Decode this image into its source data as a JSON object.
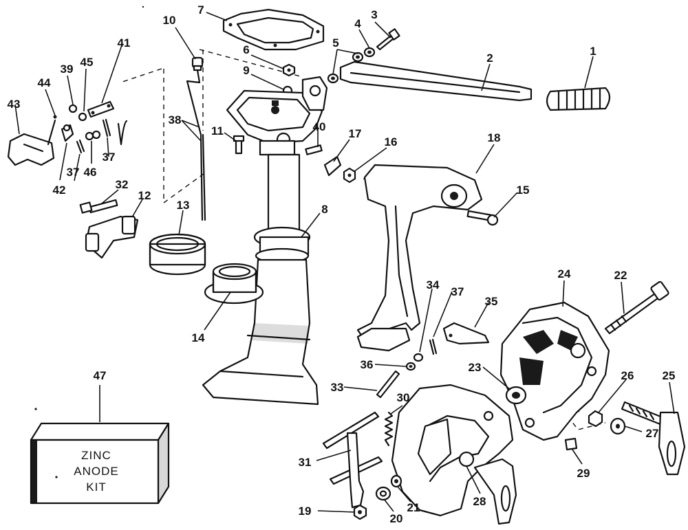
{
  "kit_box": {
    "line1": "ZINC",
    "line2": "ANODE",
    "line3": "KIT"
  },
  "callouts": {
    "c1": "1",
    "c2": "2",
    "c3": "3",
    "c4": "4",
    "c5": "5",
    "c6": "6",
    "c7": "7",
    "c8": "8",
    "c9": "9",
    "c10": "10",
    "c11": "11",
    "c12": "12",
    "c13": "13",
    "c14": "14",
    "c15": "15",
    "c16": "16",
    "c17": "17",
    "c18": "18",
    "c19": "19",
    "c20": "20",
    "c21": "21",
    "c22": "22",
    "c23": "23",
    "c24": "24",
    "c25": "25",
    "c26": "26",
    "c27": "27",
    "c28": "28",
    "c29": "29",
    "c30": "30",
    "c31": "31",
    "c32": "32",
    "c33": "33",
    "c34": "34",
    "c35": "35",
    "c36": "36",
    "c37a": "37",
    "c37b": "37",
    "c37c": "37",
    "c38": "38",
    "c39": "39",
    "c40": "40",
    "c41": "41",
    "c42": "42",
    "c43": "43",
    "c44": "44",
    "c45": "45",
    "c46": "46",
    "c47": "47"
  }
}
